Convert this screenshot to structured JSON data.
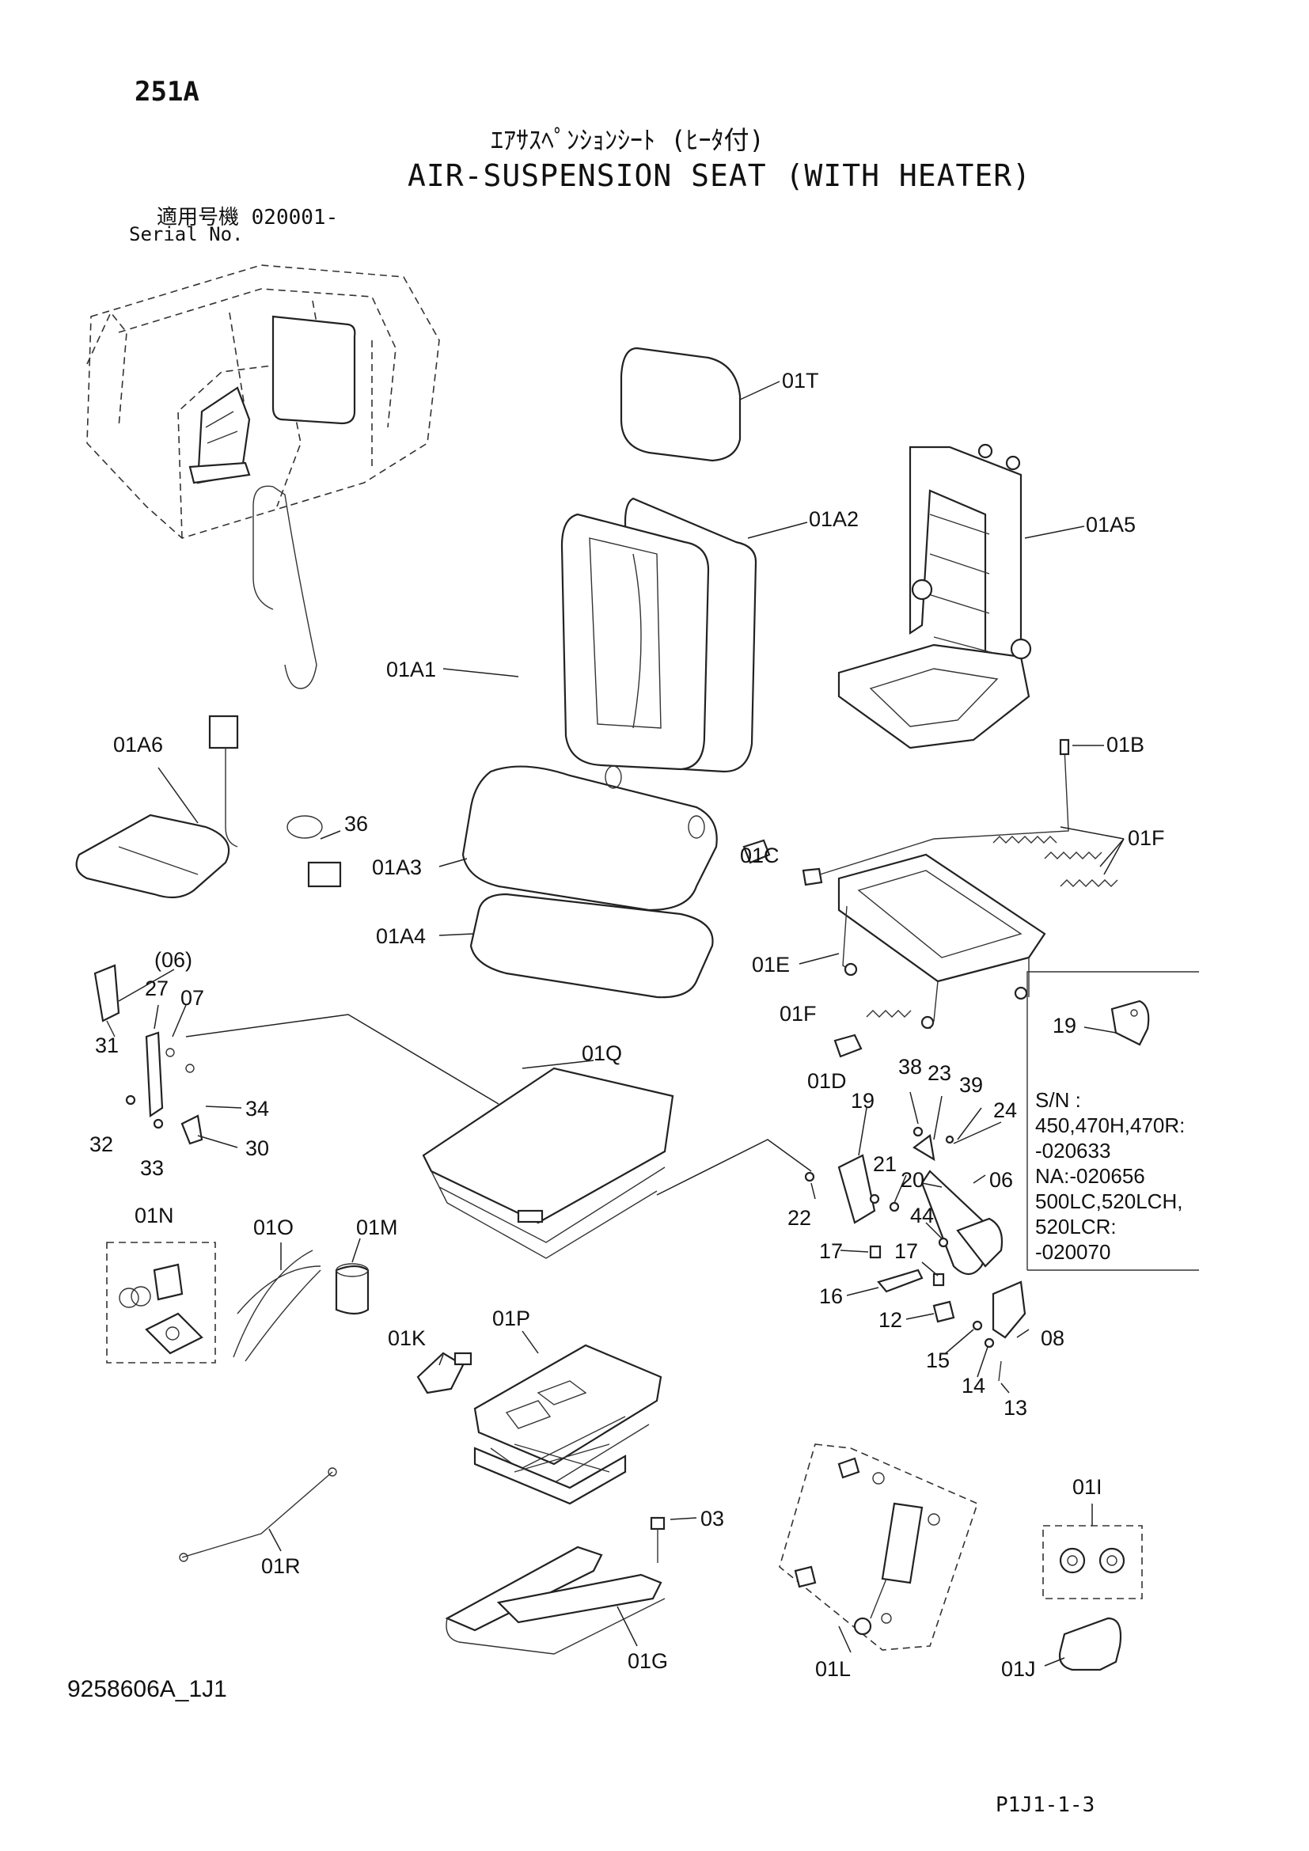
{
  "header": {
    "page_number": "251A",
    "title_jp": "ｴｱｻｽﾍﾟﾝｼｮﾝｼｰﾄ (ﾋｰﾀ付)",
    "title_en": "AIR-SUSPENSION SEAT (WITH HEATER)",
    "serial_jp": "適用号機  020001-",
    "serial_en": "Serial No."
  },
  "labels": {
    "p01T": "01T",
    "p01A2": "01A2",
    "p01A5": "01A5",
    "p01A1": "01A1",
    "p01A6": "01A6",
    "p36": "36",
    "p01B": "01B",
    "p01F": "01F",
    "p01C": "01C",
    "p01A3": "01A3",
    "p01A4": "01A4",
    "p01E": "01E",
    "p06a": "(06)",
    "p27": "27",
    "p07": "07",
    "p31": "31",
    "p01Fb": "01F",
    "p01Q": "01Q",
    "p01D": "01D",
    "p19a": "19",
    "p38": "38",
    "p23": "23",
    "p39": "39",
    "p24": "24",
    "p19b": "19",
    "p34": "34",
    "p30": "30",
    "p32": "32",
    "p33": "33",
    "p21": "21",
    "p20": "20",
    "p06b": "06",
    "p22": "22",
    "p44": "44",
    "p01N": "01N",
    "p01O": "01O",
    "p01M": "01M",
    "p17a": "17",
    "p17b": "17",
    "p16": "16",
    "p12": "12",
    "p08": "08",
    "p15": "15",
    "p14": "14",
    "p13": "13",
    "p01K": "01K",
    "p01P": "01P",
    "p03": "03",
    "p01I": "01I",
    "p01R": "01R",
    "p01G": "01G",
    "p01L": "01L",
    "p01J": "01J"
  },
  "serial_note": {
    "lines": [
      "S/N :",
      "450,470H,470R:",
      "-020633",
      "NA:-020656",
      "500LC,520LCH,",
      "520LCR:",
      "-020070"
    ]
  },
  "footer": {
    "doc_code": "9258606A_1J1",
    "page_ref": "P1J1-1-3"
  }
}
